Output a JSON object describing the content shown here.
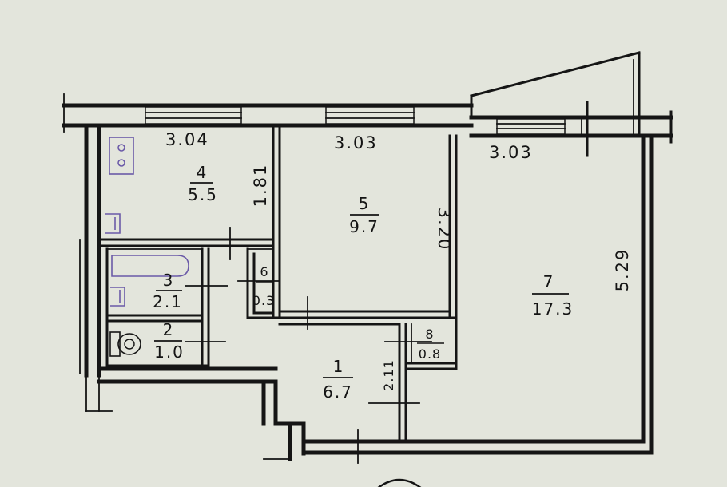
{
  "dimensions": {
    "kitchen_width": "3.04",
    "kitchen_depth": "1.81",
    "bedroom_width": "3.03",
    "bedroom_depth": "3.20",
    "living_width": "3.03",
    "living_depth": "5.29",
    "hall_depth": "2.11"
  },
  "rooms": [
    {
      "number": "1",
      "area": "6.7"
    },
    {
      "number": "2",
      "area": "1.0"
    },
    {
      "number": "3",
      "area": "2.1"
    },
    {
      "number": "4",
      "area": "5.5"
    },
    {
      "number": "5",
      "area": "9.7"
    },
    {
      "number": "6",
      "area": "0.3"
    },
    {
      "number": "7",
      "area": "17.3"
    },
    {
      "number": "8",
      "area": "0.8"
    }
  ]
}
